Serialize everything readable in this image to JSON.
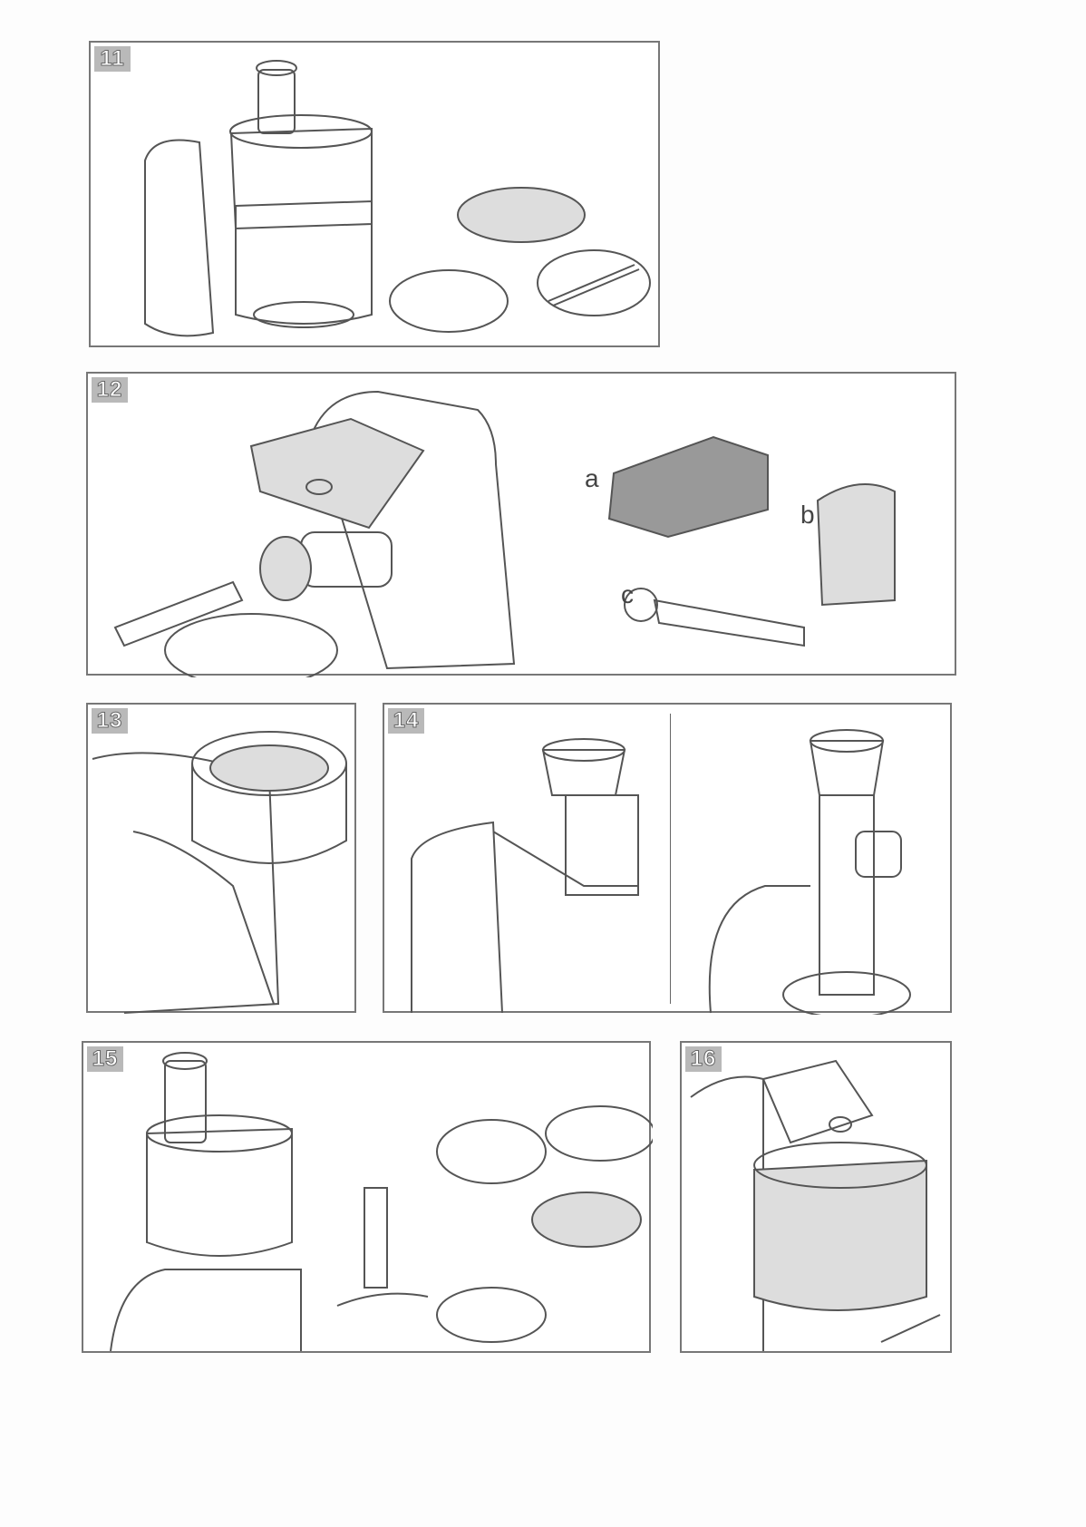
{
  "panels": [
    {
      "number": "11"
    },
    {
      "number": "12",
      "labels": [
        "a",
        "b",
        "c"
      ]
    },
    {
      "number": "13"
    },
    {
      "number": "14"
    },
    {
      "number": "15"
    },
    {
      "number": "16"
    }
  ]
}
